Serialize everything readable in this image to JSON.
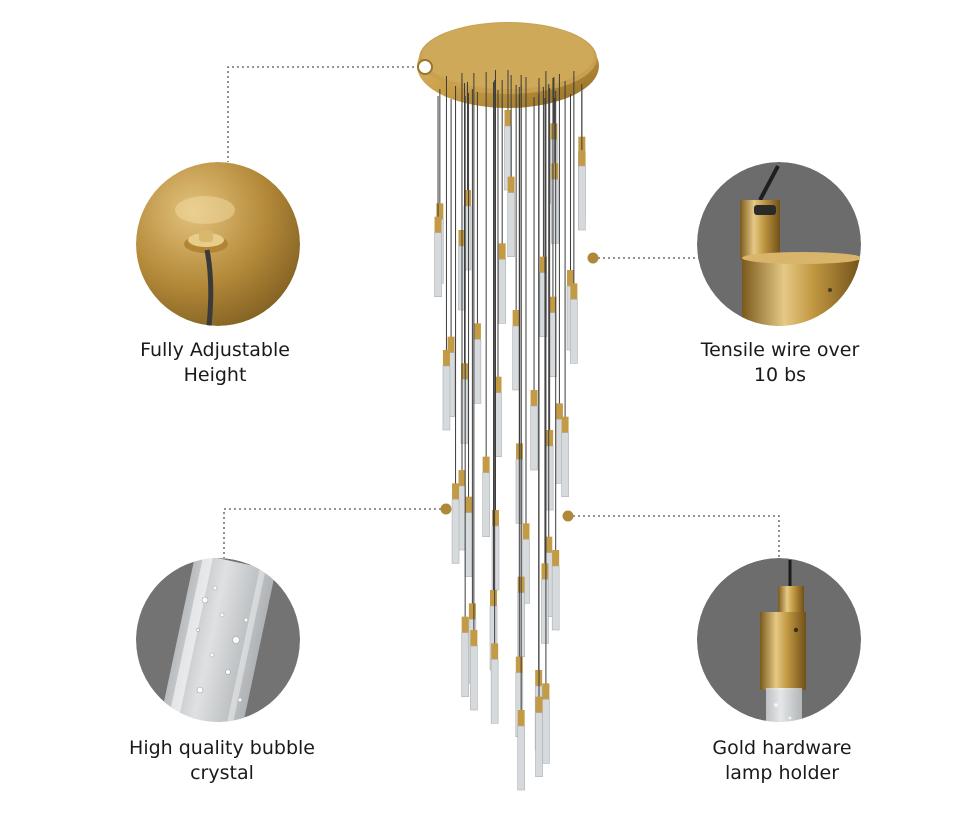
{
  "captions": {
    "adjustable_height": {
      "line1": "Fully Adjustable",
      "line2": "Height"
    },
    "tensile_wire": {
      "line1": "Tensile wire over",
      "line2": "10 bs"
    },
    "bubble_crystal": {
      "line1": "High quality bubble",
      "line2": "crystal"
    },
    "lamp_holder": {
      "line1": "Gold hardware",
      "line2": "lamp holder"
    }
  },
  "colors": {
    "brass": "#c9a24a",
    "brass_dark": "#9a7428",
    "detail_bg": "#707070",
    "callout_line": "#555555",
    "crystal": "#d9dde0"
  }
}
